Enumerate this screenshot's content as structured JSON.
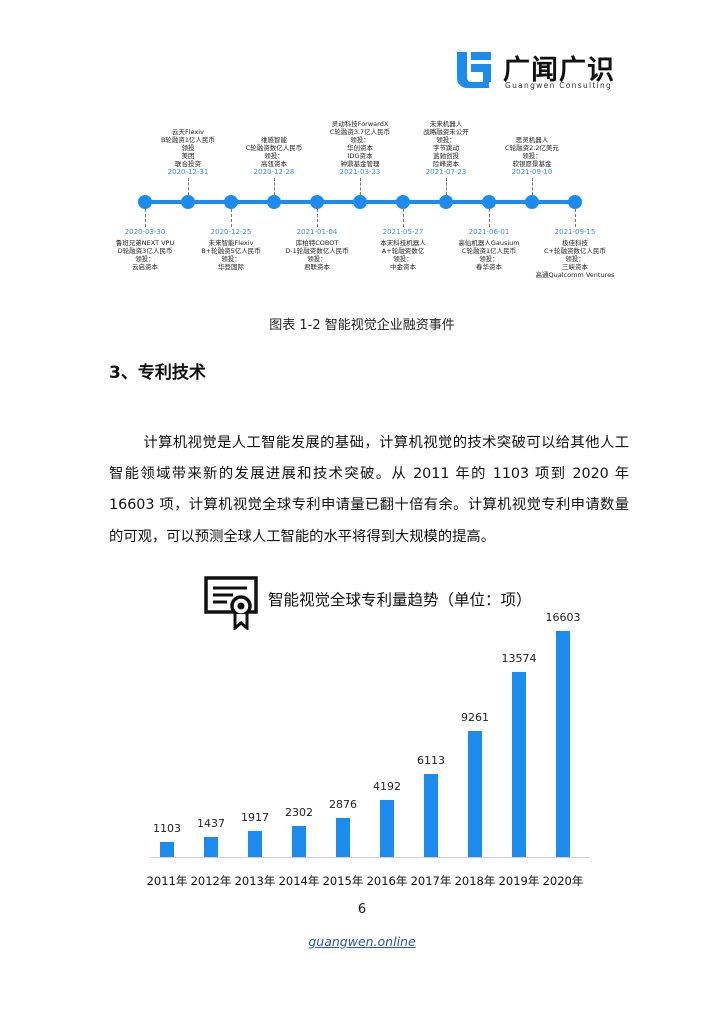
{
  "brand": {
    "name_cn": "广闻广识",
    "name_en": "Guangwen Consulting",
    "accent_color": "#1a8cf0"
  },
  "timeline": {
    "line_color": "#1a8cf0",
    "dot_count": 11,
    "events_top": [
      {
        "slot": 1,
        "lines": [
          "云天Flexiv",
          "B轮融资1亿人民币",
          "领投",
          "美团",
          "联合投资"
        ],
        "date": "2020-12-31"
      },
      {
        "slot": 3,
        "lines": [
          "维感智能",
          "C轮融资数亿人民币",
          "领投：",
          "高瓴资本"
        ],
        "date": "2020-12-28"
      },
      {
        "slot": 5,
        "lines": [
          "灵动科技ForwardX",
          "C轮融资3.7亿人民币",
          "领投：",
          "华创资本",
          "IDG资本",
          "钟鼎基金管理"
        ],
        "date": "2021-03-23"
      },
      {
        "slot": 7,
        "lines": [
          "未来机器人",
          "战略融资未公开",
          "领投：",
          "字节跳动",
          "蓝驰创投",
          "险峰资本"
        ],
        "date": "2021-07-23"
      },
      {
        "slot": 9,
        "lines": [
          "思灵机器人",
          "C轮融资2.2亿美元",
          "领投：",
          "软银愿景基金"
        ],
        "date": "2021-09-10"
      }
    ],
    "events_bottom": [
      {
        "slot": 0,
        "date": "2020-03-30",
        "lines": [
          "鲁班兄弟NEXT VPU",
          "D轮融资3亿人民币",
          "领投：",
          "云启资本"
        ]
      },
      {
        "slot": 2,
        "date": "2020-12-25",
        "lines": [
          "未来智能Flexiv",
          "B+轮融资5亿人民币",
          "领投：",
          "华登国际"
        ]
      },
      {
        "slot": 4,
        "date": "2021-01-04",
        "lines": [
          "库柏特COBOT",
          "D-1轮融资数亿人民币",
          "领投：",
          "君联资本"
        ]
      },
      {
        "slot": 6,
        "date": "2021-05-27",
        "lines": [
          "本末科技机器人",
          "A+轮融资数亿",
          "领投：",
          "中金资本"
        ]
      },
      {
        "slot": 8,
        "date": "2021-06-01",
        "lines": [
          "高仙机器人Gausium",
          "C轮融资1亿人民币",
          "领投：",
          "春华资本"
        ]
      },
      {
        "slot": 10,
        "date": "2021-09-15",
        "lines": [
          "极佳科技",
          "C+轮融资数亿人民币",
          "领投：",
          "三峡资本",
          "高通Qualcomm Ventures"
        ]
      }
    ]
  },
  "caption": "图表 1-2 智能视觉企业融资事件",
  "section": {
    "heading": "3、专利技术",
    "paragraph": "计算机视觉是人工智能发展的基础，计算机视觉的技术突破可以给其他人工智能领域带来新的发展进展和技术突破。从 2011 年的 1103 项到 2020 年 16603 项，计算机视觉全球专利申请量已翻十倍有余。计算机视觉专利申请数量的可观，可以预测全球人工智能的水平将得到大规模的提高。"
  },
  "chart_data": {
    "type": "bar",
    "title": "智能视觉全球专利量趋势（单位：项）",
    "icon": "certificate-icon",
    "categories": [
      "2011年",
      "2012年",
      "2013年",
      "2014年",
      "2015年",
      "2016年",
      "2017年",
      "2018年",
      "2019年",
      "2020年"
    ],
    "values": [
      1103,
      1437,
      1917,
      2302,
      2876,
      4192,
      6113,
      9261,
      13574,
      16603
    ],
    "data_labels": [
      "1103",
      "1437",
      "1917",
      "2302",
      "2876",
      "4192",
      "6113",
      "9261",
      "13574",
      "16603"
    ],
    "xlabel": "",
    "ylabel": "",
    "ylim": [
      0,
      17000
    ],
    "grid": false,
    "legend": "none",
    "bar_color": "#1a8cf0"
  },
  "footer": {
    "page_number": "6",
    "link_text": "guangwen.online"
  }
}
